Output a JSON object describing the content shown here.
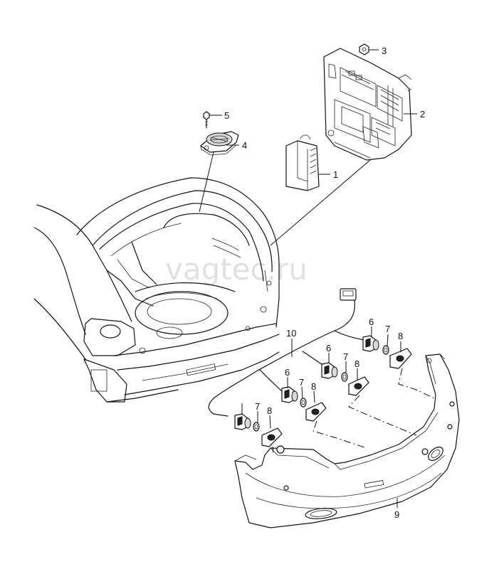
{
  "watermark": "vagtec.ru",
  "callouts": {
    "p1": "1",
    "p2": "2",
    "p3": "3",
    "p4": "4",
    "p5": "5",
    "p6a": "6",
    "p6b": "6",
    "p6c": "6",
    "p7a": "7",
    "p7b": "7",
    "p7c": "7",
    "p7d": "7",
    "p8a": "8",
    "p8b": "8",
    "p8c": "8",
    "p8d": "8",
    "p9": "9",
    "p10": "10"
  }
}
